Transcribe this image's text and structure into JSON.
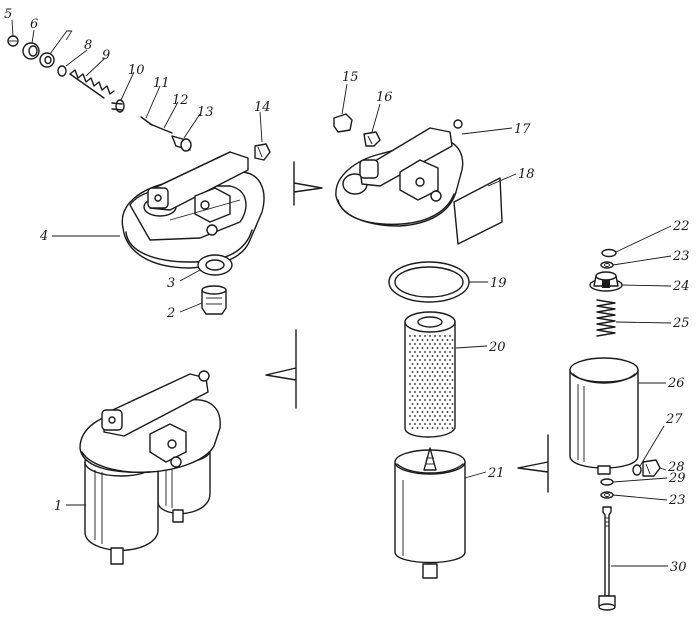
{
  "callouts": [
    {
      "id": "c1",
      "text": "1"
    },
    {
      "id": "c2",
      "text": "2"
    },
    {
      "id": "c3",
      "text": "3"
    },
    {
      "id": "c4",
      "text": "4"
    },
    {
      "id": "c5",
      "text": "5"
    },
    {
      "id": "c6",
      "text": "6"
    },
    {
      "id": "c7",
      "text": "7"
    },
    {
      "id": "c8",
      "text": "8"
    },
    {
      "id": "c9",
      "text": "9"
    },
    {
      "id": "c10",
      "text": "10"
    },
    {
      "id": "c11",
      "text": "11"
    },
    {
      "id": "c12",
      "text": "12"
    },
    {
      "id": "c13",
      "text": "13"
    },
    {
      "id": "c14",
      "text": "14"
    },
    {
      "id": "c15",
      "text": "15"
    },
    {
      "id": "c16",
      "text": "16"
    },
    {
      "id": "c17",
      "text": "17"
    },
    {
      "id": "c18",
      "text": "18"
    },
    {
      "id": "c19",
      "text": "19"
    },
    {
      "id": "c20",
      "text": "20"
    },
    {
      "id": "c21",
      "text": "21"
    },
    {
      "id": "c22",
      "text": "22"
    },
    {
      "id": "c23a",
      "text": "23"
    },
    {
      "id": "c24",
      "text": "24"
    },
    {
      "id": "c25",
      "text": "25"
    },
    {
      "id": "c26",
      "text": "26"
    },
    {
      "id": "c27",
      "text": "27"
    },
    {
      "id": "c28",
      "text": "28"
    },
    {
      "id": "c29",
      "text": "29"
    },
    {
      "id": "c23b",
      "text": "23"
    },
    {
      "id": "c30",
      "text": "30"
    }
  ]
}
